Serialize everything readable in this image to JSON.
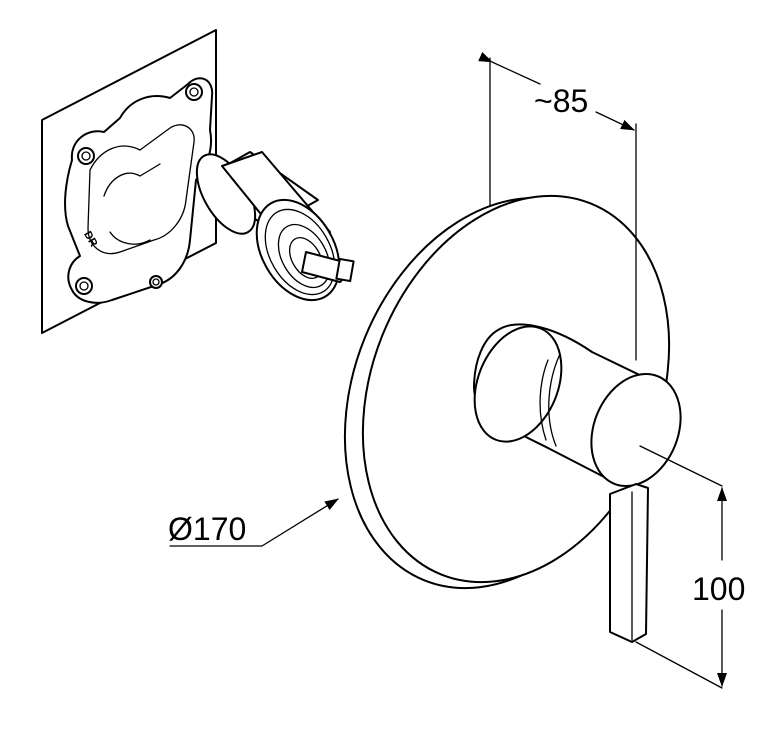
{
  "dimensions": {
    "depth_label": "~85",
    "diameter_label": "Ø170",
    "lever_label": "100"
  },
  "body_marking": "DR",
  "colors": {
    "line": "#000000",
    "background": "#ffffff"
  }
}
